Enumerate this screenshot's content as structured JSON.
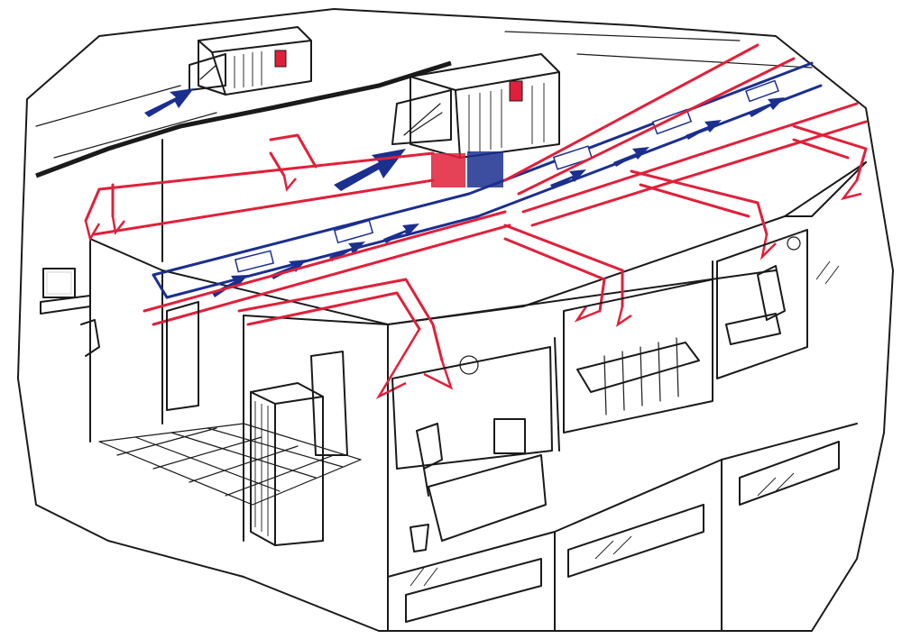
{
  "colors": {
    "supply_duct": "#e0203a",
    "return_duct": "#1b2f8f",
    "ink": "#1a1a1a",
    "paper": "#ffffff",
    "equipment_mark": "#e0203a"
  },
  "equipment": [
    {
      "id": "rooftop-unit-secondary",
      "icon": "rooftop-hvac-unit-icon"
    },
    {
      "id": "rooftop-unit-main",
      "icon": "rooftop-hvac-unit-icon"
    },
    {
      "id": "indoor-cabinet-unit",
      "icon": "floor-standing-cabinet-icon"
    }
  ],
  "duct_systems": [
    {
      "id": "supply-air",
      "color": "#e0203a"
    },
    {
      "id": "return-air",
      "color": "#1b2f8f"
    }
  ],
  "rooms": [
    {
      "id": "office-left",
      "furniture": [
        "monitor-icon",
        "chair-icon"
      ]
    },
    {
      "id": "office-desk",
      "furniture": [
        "monitor-icon",
        "chair-icon",
        "wastebasket-icon"
      ]
    },
    {
      "id": "conference-room",
      "furniture": [
        "table-icon",
        "chair-icon"
      ]
    },
    {
      "id": "office-right",
      "furniture": [
        "desk-icon",
        "chair-icon"
      ]
    }
  ]
}
